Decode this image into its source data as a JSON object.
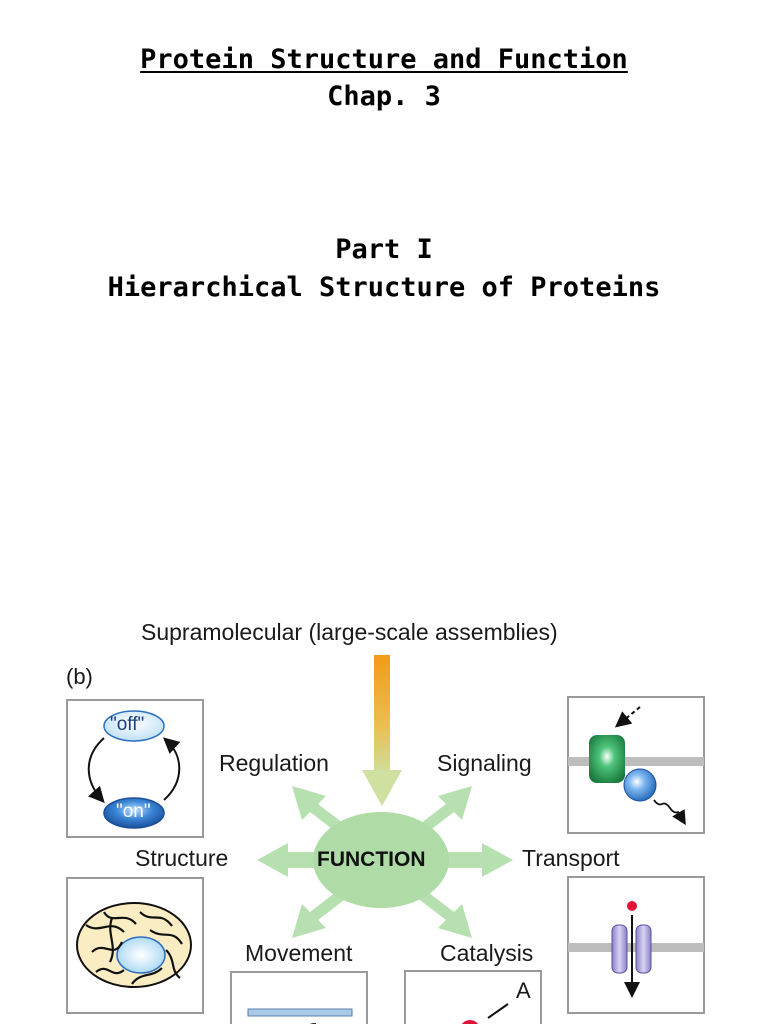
{
  "page": {
    "title": "Protein Structure and Function",
    "subtitle": "Chap. 3",
    "part": "Part I",
    "part_title": "Hierarchical Structure of Proteins"
  },
  "figure": {
    "top_label": "Supramolecular (large-scale assemblies)",
    "panel_label": "(b)",
    "center": "FUNCTION",
    "functions": {
      "regulation": "Regulation",
      "signaling": "Signaling",
      "structure": "Structure",
      "transport": "Transport",
      "movement": "Movement",
      "catalysis": "Catalysis"
    },
    "regulation_states": {
      "off": "\"off\"",
      "on": "\"on\""
    },
    "catalysis_substrate": "A",
    "colors": {
      "arrow_green": "#b7e0b0",
      "ellipse_green": "#aedba6",
      "top_arrow_orange": "#f0a020",
      "box_border": "#9a9a9a"
    }
  }
}
